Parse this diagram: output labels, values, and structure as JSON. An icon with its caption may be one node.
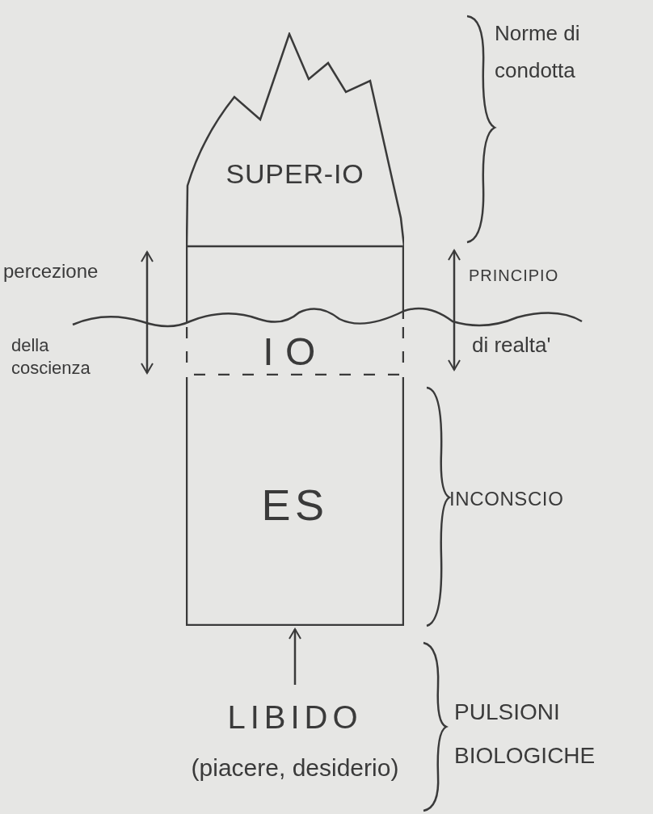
{
  "diagram": {
    "nodes": [
      {
        "text": [
          "SUPER-IO"
        ]
      },
      {
        "text": [
          "IO"
        ]
      },
      {
        "text": [
          "ES"
        ]
      },
      {
        "text": [
          "LIBIDO",
          "(piacere, desiderio)"
        ]
      }
    ],
    "edges": [
      {
        "from": 3,
        "to": 2,
        "arrow": "to"
      }
    ],
    "labels": [
      "Norme di condotta",
      "percezione",
      "della coscienza",
      "PRINCIPIO",
      "di realta'",
      "INCONSCIO",
      "PULSIONI BIOLOGICHE"
    ]
  }
}
